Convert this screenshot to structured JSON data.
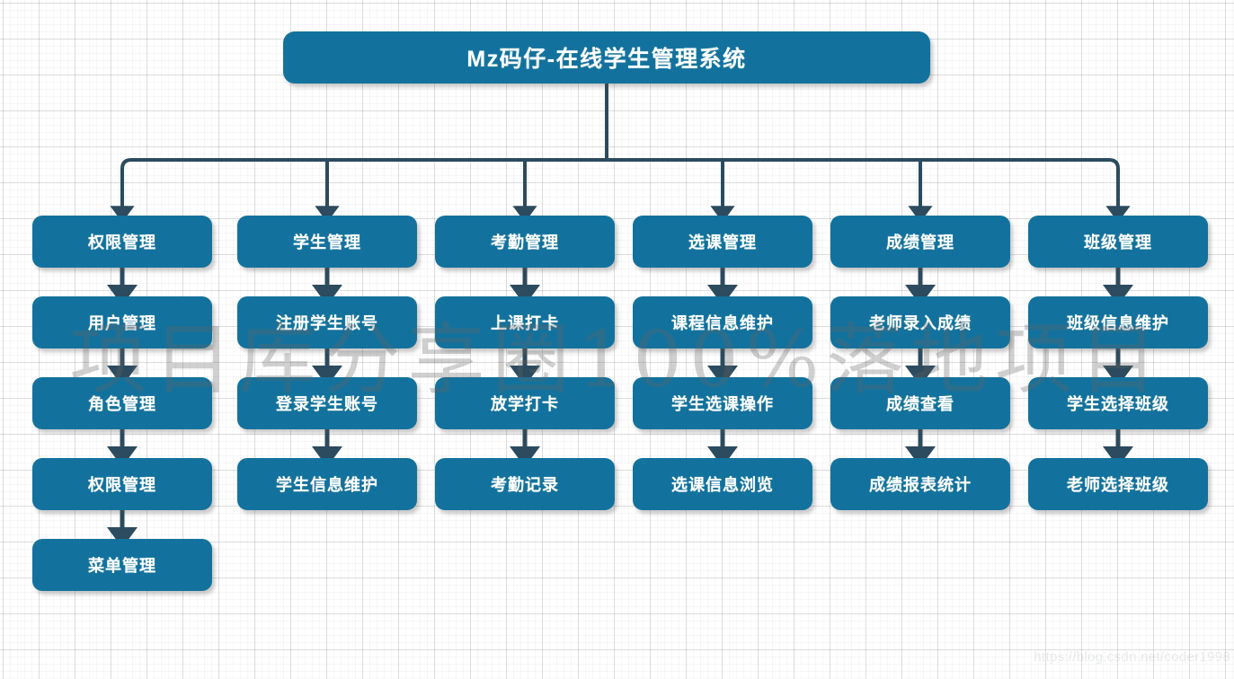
{
  "diagram": {
    "title": "Mz码仔-在线学生管理系统",
    "watermark_main": "项目库分享圈100%落地项目",
    "watermark_url": "https://blog.csdn.net/coder1998",
    "colors": {
      "node_fill": "#13729d",
      "node_text": "#ffffff",
      "connector": "#2c4b5e",
      "background": "#ffffff",
      "grid_minor": "#f2f2f2",
      "grid_major": "#e4e4e4"
    },
    "columns": [
      {
        "id": "permission",
        "header": "权限管理",
        "children": [
          "用户管理",
          "角色管理",
          "权限管理",
          "菜单管理"
        ]
      },
      {
        "id": "student",
        "header": "学生管理",
        "children": [
          "注册学生账号",
          "登录学生账号",
          "学生信息维护"
        ]
      },
      {
        "id": "attendance",
        "header": "考勤管理",
        "children": [
          "上课打卡",
          "放学打卡",
          "考勤记录"
        ]
      },
      {
        "id": "course-selection",
        "header": "选课管理",
        "children": [
          "课程信息维护",
          "学生选课操作",
          "选课信息浏览"
        ]
      },
      {
        "id": "score",
        "header": "成绩管理",
        "children": [
          "老师录入成绩",
          "成绩查看",
          "成绩报表统计"
        ]
      },
      {
        "id": "class",
        "header": "班级管理",
        "children": [
          "班级信息维护",
          "学生选择班级",
          "老师选择班级"
        ]
      }
    ]
  }
}
